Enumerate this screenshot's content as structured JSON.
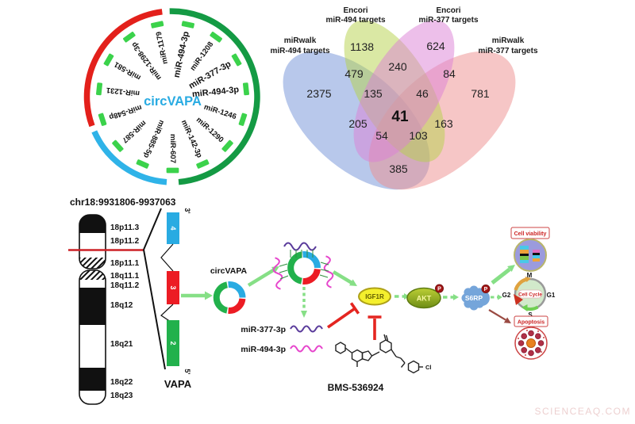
{
  "figure": {
    "watermark": "SCIENCEAQ.COM"
  },
  "mirna_circle": {
    "center_label": "circVAPA",
    "center_color": "#29abe2",
    "tick_color": "#3bd24b",
    "arcs": [
      {
        "color": "#149a44",
        "start": 358,
        "end": 176
      },
      {
        "color": "#2fb3e8",
        "start": 184,
        "end": 246
      },
      {
        "color": "#e3201b",
        "start": 250,
        "end": 353
      }
    ],
    "labels": [
      {
        "text": "miR-1179",
        "angle": 348,
        "bold": false
      },
      {
        "text": "miR-494-3p",
        "angle": 12,
        "bold": true
      },
      {
        "text": "miR-1208",
        "angle": 36,
        "bold": false
      },
      {
        "text": "miR-377-3p",
        "angle": 60,
        "bold": true
      },
      {
        "text": "miR-494-3p",
        "angle": 84,
        "bold": true
      },
      {
        "text": "miR-1246",
        "angle": 108,
        "bold": false
      },
      {
        "text": "miR-1290",
        "angle": 132,
        "bold": false
      },
      {
        "text": "miR-142-3p",
        "angle": 156,
        "bold": false
      },
      {
        "text": "miR-607",
        "angle": 180,
        "bold": false
      },
      {
        "text": "miR-885-5p",
        "angle": 204,
        "bold": false
      },
      {
        "text": "miR-587",
        "angle": 228,
        "bold": false
      },
      {
        "text": "miR-548p",
        "angle": 252,
        "bold": false
      },
      {
        "text": "miR-1231",
        "angle": 276,
        "bold": false
      },
      {
        "text": "miR-581",
        "angle": 300,
        "bold": false
      },
      {
        "text": "miR-1298-3p",
        "angle": 324,
        "bold": false
      }
    ]
  },
  "venn": {
    "sets": [
      {
        "line1": "miRwalk",
        "line2": "miR-494 targets",
        "color": "#7291d8"
      },
      {
        "line1": "Encori",
        "line2": "miR-494 targets",
        "color": "#b6d14a"
      },
      {
        "line1": "Encori",
        "line2": "miR-377 targets",
        "color": "#db7fd6"
      },
      {
        "line1": "miRwalk",
        "line2": "miR-377 targets",
        "color": "#ee8d8d"
      }
    ],
    "regions": [
      {
        "id": "A",
        "value": "2375"
      },
      {
        "id": "B",
        "value": "1138"
      },
      {
        "id": "C",
        "value": "624"
      },
      {
        "id": "D",
        "value": "781"
      },
      {
        "id": "AB",
        "value": "479"
      },
      {
        "id": "BC",
        "value": "240"
      },
      {
        "id": "CD",
        "value": "84"
      },
      {
        "id": "ABC",
        "value": "135"
      },
      {
        "id": "BCD",
        "value": "46"
      },
      {
        "id": "ABCD",
        "value": "41"
      },
      {
        "id": "AC",
        "value": "205"
      },
      {
        "id": "ACD",
        "value": "54"
      },
      {
        "id": "ABD",
        "value": "103"
      },
      {
        "id": "BD",
        "value": "163"
      },
      {
        "id": "AD",
        "value": "385"
      }
    ]
  },
  "chromosome": {
    "locus_label": "chr18:9931806-9937063",
    "bands": [
      "18p11.3",
      "18p11.2",
      "18p11.1",
      "18q11.1",
      "18q11.2",
      "18q12",
      "18q21",
      "18q22",
      "18q23"
    ],
    "gene_label": "VAPA",
    "prime3": "3'",
    "prime5": "5'",
    "exons": [
      {
        "num": "4",
        "color": "#29abe2"
      },
      {
        "num": "3",
        "color": "#ec1c24"
      },
      {
        "num": "2",
        "color": "#22b14c"
      }
    ]
  },
  "pathway": {
    "circvapa_label": "circVAPA",
    "ring_colors": {
      "green": "#22b14c",
      "cyan": "#29abe2",
      "red": "#ec1c24"
    },
    "mir1": "miR-377-3p",
    "mir2": "miR-494-3p",
    "igf1r": "IGF1R",
    "akt": "AKT",
    "s6rp": "S6RP",
    "phospho": "P",
    "drug": "BMS-536924",
    "cl": "Cl",
    "cell_viability": "Cell viability",
    "cell_cycle": "Cell Cycle",
    "apoptosis": "Apoptosis",
    "phases": {
      "m": "M",
      "g1": "G1",
      "s": "S",
      "g2": "G2"
    }
  }
}
